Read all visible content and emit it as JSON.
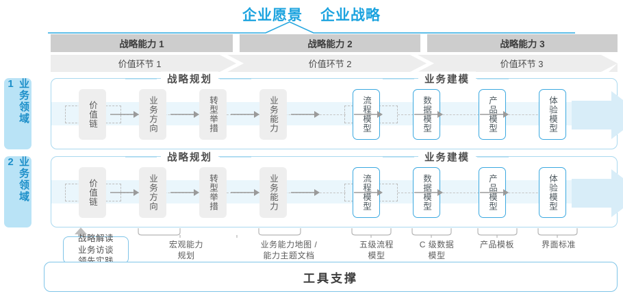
{
  "header": {
    "titles": [
      "企业愿景",
      "企业战略"
    ],
    "accent_color": "#1ca3df"
  },
  "capability_bar": {
    "items": [
      {
        "label": "战略能力 1"
      },
      {
        "label": "战略能力 2"
      },
      {
        "label": "战略能力 3"
      }
    ],
    "bg_color": "#cdcdcd"
  },
  "value_bar": {
    "items": [
      {
        "label": "价值环节 1"
      },
      {
        "label": "价值环节 2"
      },
      {
        "label": "价值环节 3"
      }
    ],
    "bg_color": "#ededed"
  },
  "sidebar": {
    "items": [
      {
        "label": "业务领域 1"
      },
      {
        "label": "业务领域 2"
      }
    ],
    "bg_color": "#b9e3f6",
    "text_color": "#1d8fc9"
  },
  "rows": [
    {
      "groups": [
        {
          "label": "战略规划",
          "nodes": [
            {
              "label": "价值链",
              "style": "gray"
            },
            {
              "label": "业务方向",
              "style": "gray"
            },
            {
              "label": "转型举措",
              "style": "gray"
            },
            {
              "label": "业务能力",
              "style": "gray"
            }
          ]
        },
        {
          "label": "业务建模",
          "nodes": [
            {
              "label": "流程模型",
              "style": "blue"
            },
            {
              "label": "数据模型",
              "style": "blue"
            },
            {
              "label": "产品模型",
              "style": "blue"
            },
            {
              "label": "体验模型",
              "style": "blue"
            }
          ]
        }
      ]
    },
    {
      "groups": [
        {
          "label": "战略规划",
          "nodes": [
            {
              "label": "价值链",
              "style": "gray"
            },
            {
              "label": "业务方向",
              "style": "gray"
            },
            {
              "label": "转型举措",
              "style": "gray"
            },
            {
              "label": "业务能力",
              "style": "gray"
            }
          ]
        },
        {
          "label": "业务建模",
          "nodes": [
            {
              "label": "流程模型",
              "style": "blue"
            },
            {
              "label": "数据模型",
              "style": "blue"
            },
            {
              "label": "产品模型",
              "style": "blue"
            },
            {
              "label": "体验模型",
              "style": "blue"
            }
          ]
        }
      ]
    }
  ],
  "deliverables": {
    "source_box": "战略解读\n业务访谈\n领先实践",
    "source_lines": [
      "战略解读",
      "业务访谈",
      "领先实践"
    ],
    "items": [
      {
        "lines": [
          "宏观能力",
          "规划"
        ]
      },
      {
        "lines": [
          "业务能力地图 /",
          "能力主题文档"
        ]
      },
      {
        "lines": [
          "五级流程",
          "模型"
        ]
      },
      {
        "lines": [
          "C 级数据",
          "模型"
        ]
      },
      {
        "lines": [
          "产品模板"
        ]
      },
      {
        "lines": [
          "界面标准"
        ]
      }
    ]
  },
  "support": {
    "label": "工具支撑"
  }
}
